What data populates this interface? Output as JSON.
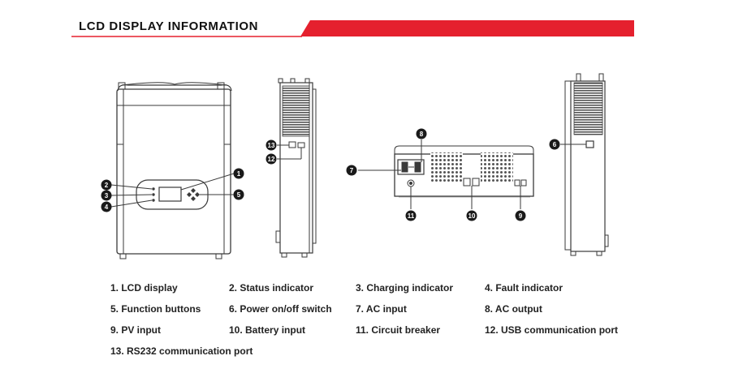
{
  "title": "LCD DISPLAY INFORMATION",
  "colors": {
    "accent": "#e5202e",
    "line": "#3a3a3a",
    "marker": "#1a1a1a"
  },
  "markers": [
    "1",
    "2",
    "3",
    "4",
    "5",
    "6",
    "7",
    "8",
    "9",
    "10",
    "11",
    "12",
    "13"
  ],
  "legend": [
    "1. LCD display",
    "2. Status indicator",
    "3. Charging indicator",
    "4. Fault indicator",
    "5. Function buttons",
    "6. Power on/off switch",
    "7. AC input",
    "8. AC output",
    "9. PV input",
    "10. Battery input",
    "11. Circuit breaker",
    "12. USB communication port",
    "13. RS232 communication port"
  ]
}
